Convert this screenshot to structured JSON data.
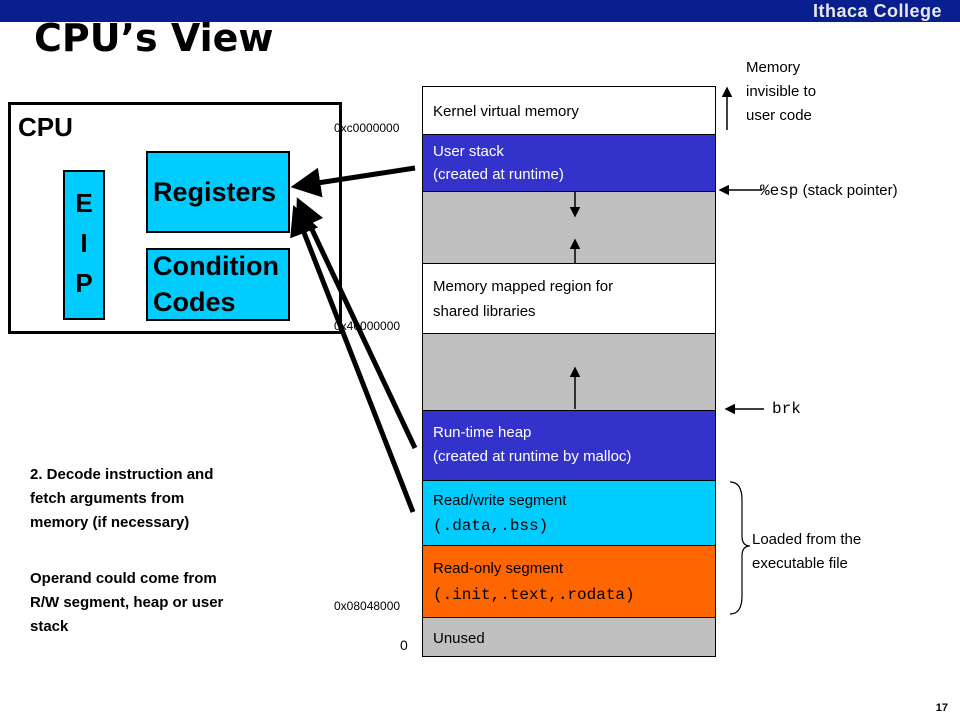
{
  "header": {
    "brand": "Ithaca College",
    "title": "CPU’s View"
  },
  "cpu": {
    "label": "CPU",
    "eip": [
      "E",
      "I",
      "P"
    ],
    "registers_label": "Registers",
    "condition_codes_lines": [
      "Condition",
      "Codes"
    ]
  },
  "addresses": {
    "kernel_boundary": "0xc0000000",
    "mmap_boundary": "0x40000000",
    "text_start": "0x08048000",
    "zero": "0"
  },
  "segments": {
    "kernel": "Kernel virtual memory",
    "stack_line1": "User stack",
    "stack_line2": "(created at runtime)",
    "mmap_line1": "Memory mapped region for",
    "mmap_line2": "shared libraries",
    "heap_line1": "Run-time heap",
    "heap_line2": "(created at runtime by malloc)",
    "rw_line1": "Read/write segment",
    "rw_line2": "(.data,.bss)",
    "ro_line1": "Read-only segment",
    "ro_line2": "(.init,.text,.rodata)",
    "unused": "Unused"
  },
  "annotations": {
    "invisible_lines": [
      "Memory",
      "invisible to",
      "user code"
    ],
    "esp_code": "%esp",
    "esp_text": " (stack pointer)",
    "brk": "brk",
    "loaded_lines": [
      "Loaded from the",
      "executable file"
    ]
  },
  "description": {
    "step": [
      "2. Decode instruction and",
      "fetch arguments from",
      "memory (if necessary)"
    ],
    "operand": [
      "Operand could come from",
      "R/W segment, heap or user",
      "stack"
    ]
  },
  "page_number": "17",
  "colors": {
    "header_bar": "#0a1f8f",
    "cyan": "#00ccff",
    "stack_blue": "#3333cc",
    "gray": "#c0c0c0",
    "orange": "#ff6600"
  }
}
